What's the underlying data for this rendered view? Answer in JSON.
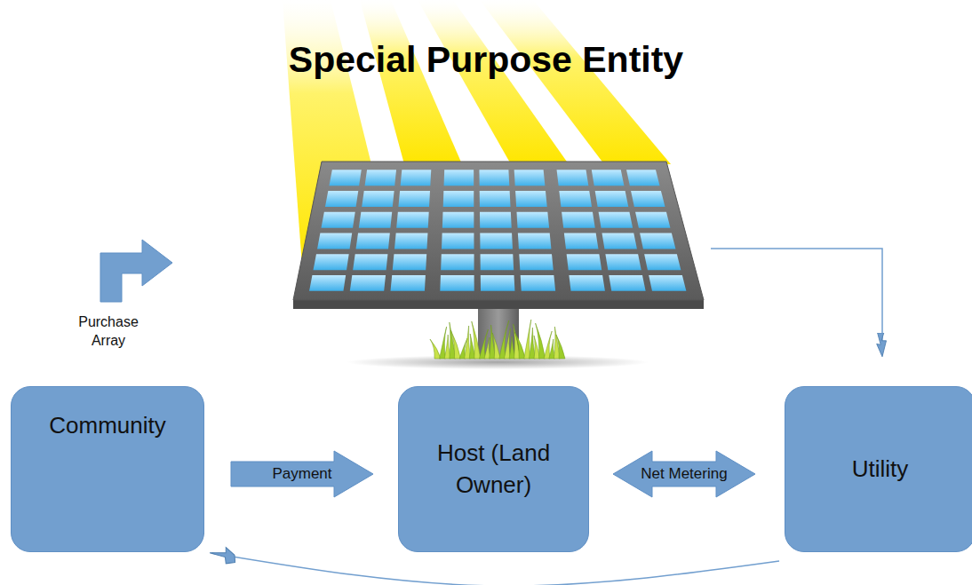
{
  "diagram": {
    "title": "Special Purpose Entity",
    "nodes": [
      {
        "text": [
          "Community"
        ]
      },
      {
        "text": [
          "Host (Land Owner)"
        ]
      },
      {
        "text": [
          "Utility"
        ]
      }
    ],
    "edges": [
      {
        "from": 0,
        "to": 1,
        "label": "Payment",
        "arrow": "to"
      },
      {
        "from": 1,
        "to": 2,
        "label": "Net Metering",
        "arrow": "both"
      },
      {
        "from": 2,
        "to": 0,
        "arrow": "to"
      }
    ],
    "labels": [
      "Purchase Array"
    ]
  }
}
